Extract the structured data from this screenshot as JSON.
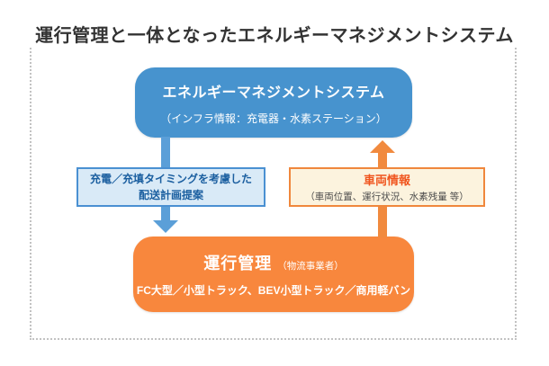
{
  "diagram_title": "運行管理と一体となったエネルギーマネジメントシステム",
  "ems_box": {
    "title": "エネルギーマネジメントシステム",
    "subtitle": "（インフラ情報：充電器・水素ステーション）"
  },
  "dispatch_label": {
    "line1": "充電／充填タイミングを考慮した",
    "line2": "配送計画提案"
  },
  "vehicle_info_label": {
    "title": "車両情報",
    "subtitle": "（車両位置、運行状況、水素残量 等）"
  },
  "operation_box": {
    "title": "運行管理",
    "operator_note": "（物流事業者）",
    "fleet": "FC大型／小型トラック、BEV小型トラック／商用軽バン"
  },
  "icons": {
    "down_arrow": "css-triangle-down",
    "up_arrow": "css-triangle-up"
  },
  "colors": {
    "title_text": "#333333",
    "ems_blue": "#4793CE",
    "operation_orange": "#F8873D",
    "blue_arrow": "#5B9FD8",
    "orange_arrow": "#F18A3E",
    "dispatch_bg": "#D9EAF7",
    "dispatch_border": "#4A90D2",
    "dispatch_text": "#1B5FA0",
    "vehicle_bg": "#FCF3DE",
    "vehicle_border": "#F0873C",
    "vehicle_title_text": "#F0551E"
  }
}
